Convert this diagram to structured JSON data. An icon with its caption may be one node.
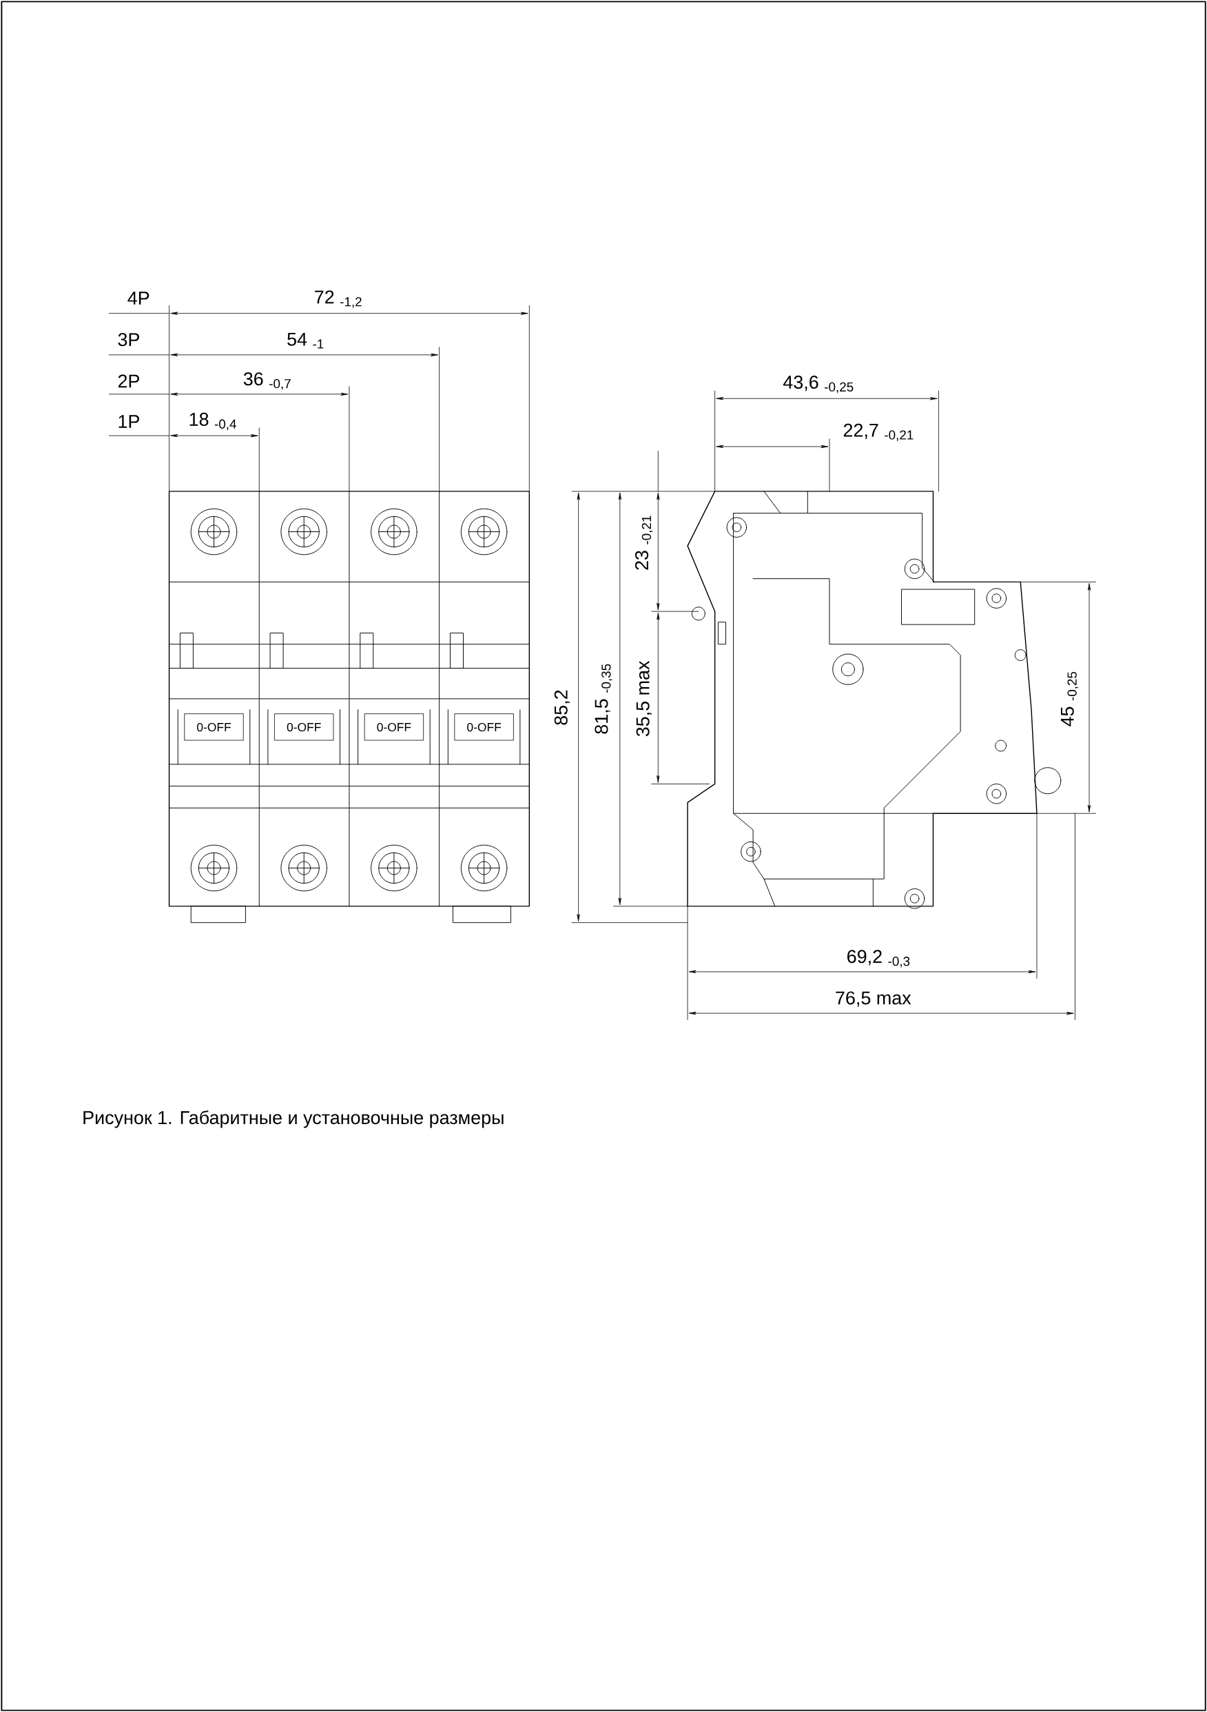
{
  "diagram": {
    "caption": "Рисунок 1. Габаритные и установочные размеры",
    "labels": [
      "4P",
      "72 $_{-1,2}$",
      "3P",
      "54 $_{-1}$",
      "2P",
      "36 $_{-0,7}$",
      "1P",
      "18 $_{-0,4}$",
      "43,6 $_{-0,25}$",
      "22,7 $_{-0,21}$",
      "0-OFF",
      "0-OFF",
      "0-OFF",
      "0-OFF",
      "85,2",
      "81,5 $_{-0,35}$",
      "23 $_{-0,21}$",
      "35,5 max",
      "45 $_{-0,25}$",
      "69,2 $_{-0,3}$",
      "76,5 max"
    ]
  }
}
